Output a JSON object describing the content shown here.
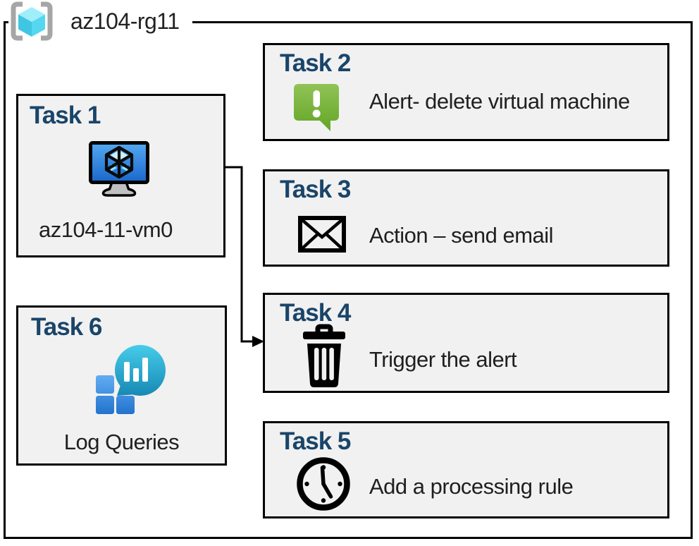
{
  "resource_group": {
    "name": "az104-rg11"
  },
  "tasks": [
    {
      "title": "Task 1",
      "label": "az104-11-vm0",
      "icon": "virtual-machine-icon"
    },
    {
      "title": "Task 2",
      "label": "Alert- delete virtual machine",
      "icon": "alert-icon"
    },
    {
      "title": "Task 3",
      "label": "Action – send email",
      "icon": "email-icon"
    },
    {
      "title": "Task 4",
      "label": "Trigger the alert",
      "icon": "trash-icon"
    },
    {
      "title": "Task 5",
      "label": "Add a processing rule",
      "icon": "clock-icon"
    },
    {
      "title": "Task 6",
      "label": "Log Queries",
      "icon": "log-analytics-icon"
    }
  ],
  "connector": {
    "from": "Task 1",
    "to": "Task 4"
  },
  "colors": {
    "task_title_navy": "#1A4569",
    "box_fill": "#F1F1F1",
    "box_border": "#000000",
    "alert_green": "#6EAE31",
    "vm_screen_blue": "#2F86E0",
    "log_teal": "#24A8CC",
    "log_square_blue": "#3E8EE0",
    "rg_cube_cyan": "#50DCF2",
    "rg_bracket_gray": "#A6A6A6"
  }
}
